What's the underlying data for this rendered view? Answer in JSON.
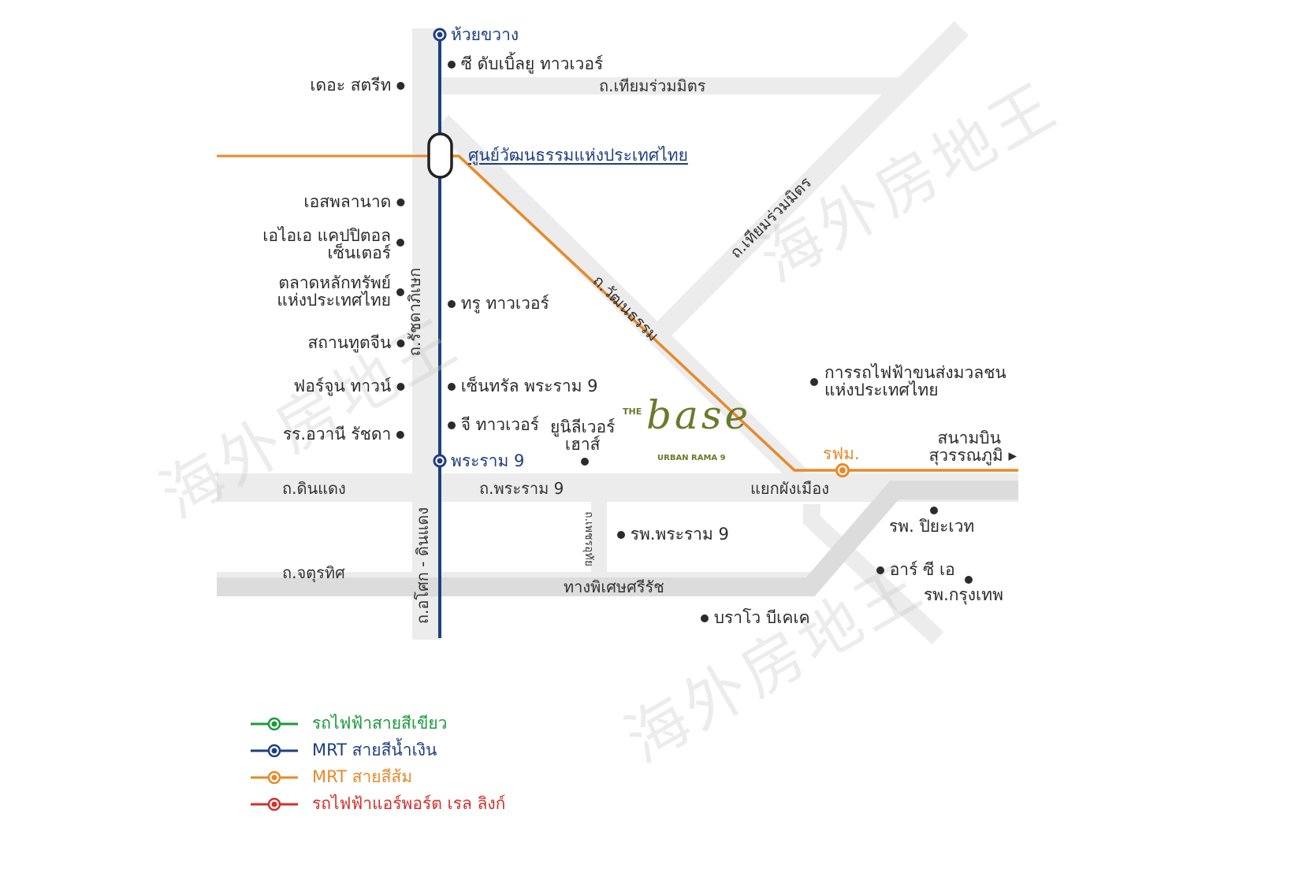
{
  "colors": {
    "blue": "#1f3f7f",
    "orange": "#e8892a",
    "green": "#1a9a3c",
    "red": "#d0312d",
    "road": "#e8e8e8",
    "logo": "#6b7a2a"
  },
  "stations": {
    "huai_khwang": "ห้วยขวาง",
    "thailand_cultural_centre": "ศูนย์วัฒนธรรมแห่งประเทศไทย",
    "rama9": "พระราม 9",
    "rfm": "รฟม."
  },
  "roads": {
    "thiam_ruam_mit_h": "ถ.เทียมร่วมมิตร",
    "thiam_ruam_mit_d": "ถ.เทียมร่วมมิตร",
    "ratchadaphisek": "ถ.รัชดาภิเษก",
    "wattanatham": "ถ.วัฒนธรรม",
    "din_daeng": "ถ.ดินแดง",
    "rama9": "ถ.พระราม 9",
    "phang_mueang": "แยกผังเมือง",
    "phetch_uthai": "ถ.เพชรอุทัย",
    "chaturathit": "ถ.จตุรทิศ",
    "sirat": "ทางพิเศษศรีรัช",
    "asok_din_daeng": "ถ.อโศก - ดินแดง"
  },
  "places": {
    "cw_tower": "ซี ดับเบิ้ลยู ทาวเวอร์",
    "the_street": "เดอะ สตรีท",
    "esplanade": "เอสพลานาด",
    "aia_1": "เอไอเอ แคปปิตอล",
    "aia_2": "เซ็นเตอร์",
    "set_1": "ตลาดหลักทรัพย์",
    "set_2": "แห่งประเทศไทย",
    "true_tower": "ทรู ทาวเวอร์",
    "chinese_embassy": "สถานทูตจีน",
    "fortune_town": "ฟอร์จูน ทาวน์",
    "central_rama9": "เซ็นทรัล พระราม 9",
    "ovanee": "รร.อวานี รัชดา",
    "g_tower": "จี ทาวเวอร์",
    "unilever_1": "ยูนิลีเวอร์",
    "unilever_2": "เฮาส์",
    "mrta_1": "การรถไฟฟ้าขนส่งมวลชน",
    "mrta_2": "แห่งประเทศไทย",
    "airport_1": "สนามบิน",
    "airport_2": "สุวรรณภูมิ ▸",
    "praram9_hospital": "รพ.พระราม 9",
    "piyavate": "รพ. ปิยะเวท",
    "rca": "อาร์ ซี เอ",
    "bangkok_hospital": "รพ.กรุงเทพ",
    "bravo_bkk": "บราโว บีเคเค"
  },
  "logo": {
    "the": "THE",
    "base": "base",
    "sub": "URBAN RAMA 9"
  },
  "watermark": "海外房地王",
  "legend": [
    {
      "label": "รถไฟฟ้าสายสีเขียว",
      "color": "#1a9a3c"
    },
    {
      "label": "MRT สายสีน้ำเงิน",
      "color": "#1f3f7f"
    },
    {
      "label": "MRT สายสีส้ม",
      "color": "#e8892a"
    },
    {
      "label": "รถไฟฟ้าแอร์พอร์ต เรล ลิงก์",
      "color": "#d0312d"
    }
  ]
}
